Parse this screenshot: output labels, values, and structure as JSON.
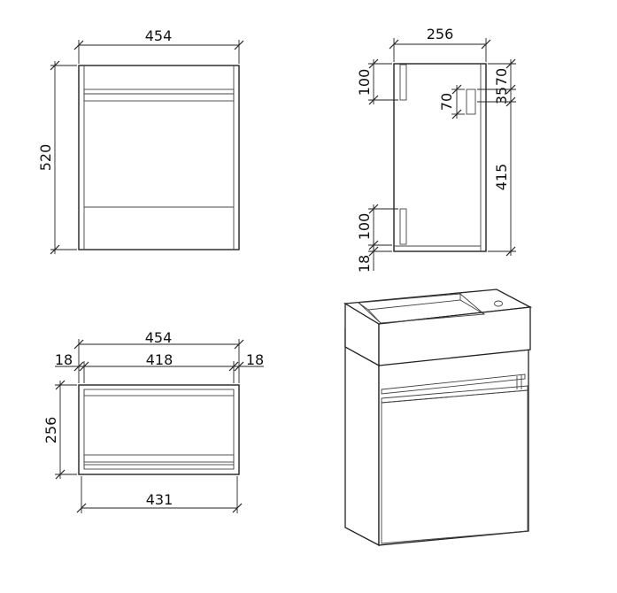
{
  "front_view": {
    "width": "454",
    "height": "520"
  },
  "side_view": {
    "depth": "256",
    "top_bracket": "100",
    "bottom_bracket": "100",
    "bottom_gap": "18",
    "hole_offset": "70",
    "hole_spacing": "35",
    "hole_size": "70",
    "bracket_spacing": "415"
  },
  "top_view": {
    "width": "454",
    "inner_width": "418",
    "left_panel": "18",
    "right_panel": "18",
    "depth": "256",
    "base_width": "431"
  }
}
